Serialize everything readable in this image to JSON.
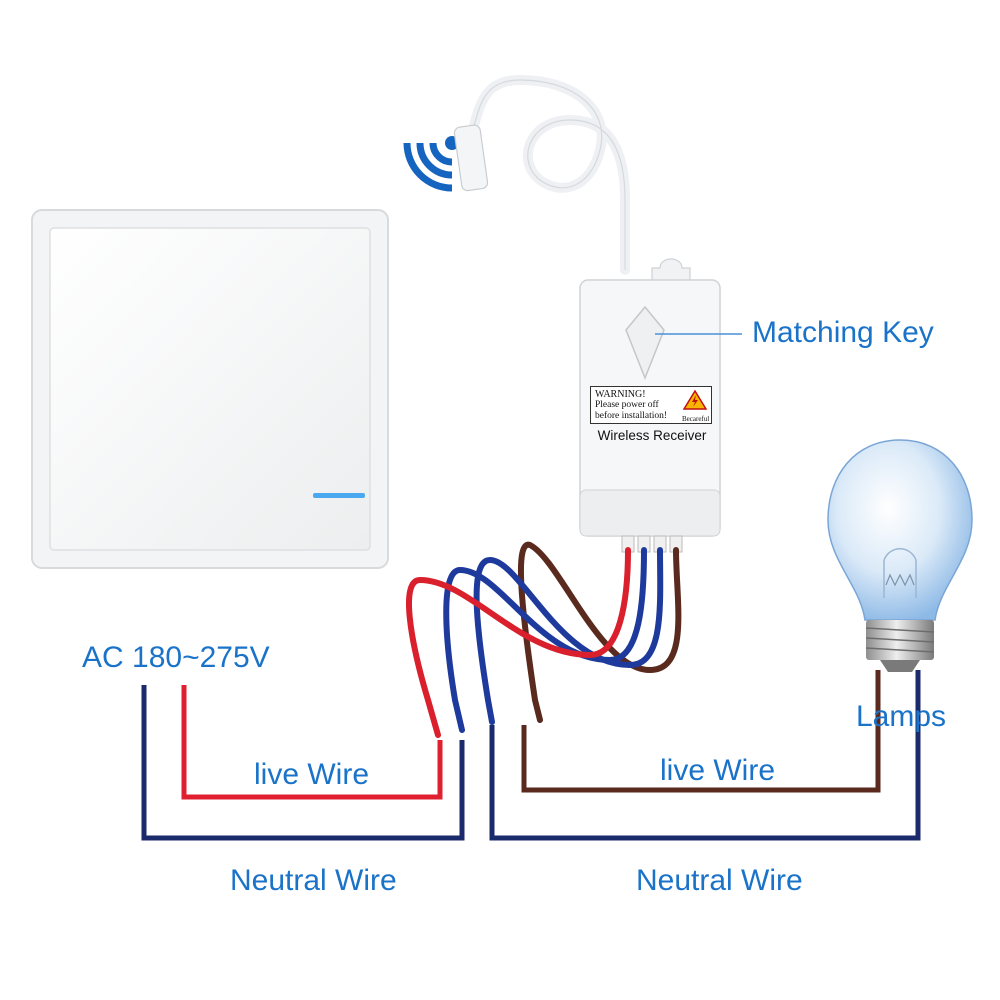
{
  "labels": {
    "matching_key": "Matching Key",
    "ac_voltage": "AC 180~275V",
    "live_wire_left": "live Wire",
    "live_wire_right": "live Wire",
    "neutral_wire_left": "Neutral Wire",
    "neutral_wire_right": "Neutral Wire",
    "lamps": "Lamps"
  },
  "receiver": {
    "warning_title": "WARNING!",
    "warning_line1": "Please power off",
    "warning_line2": "before installation!",
    "caution": "Becareful",
    "name": "Wireless Receiver"
  },
  "colors": {
    "label_blue": "#1a73c9",
    "live_red": "#e02030",
    "neutral_navy": "#1b2a6b",
    "load_brown": "#5a2a1e",
    "wifi_blue": "#1565c0",
    "indicator_blue": "#4aa8f0"
  }
}
